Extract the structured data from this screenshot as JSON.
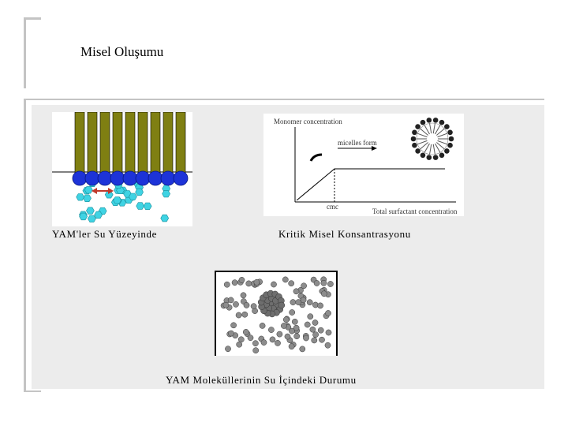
{
  "slide": {
    "title": "Misel Oluşumu"
  },
  "figures": {
    "surface": {
      "caption": "YAM'ler Su Yüzeyinde"
    },
    "cmc_graph": {
      "caption": "Kritik Misel Konsantrasyonu",
      "y_axis_label": "Monomer concentration",
      "annotation": "micelles form",
      "x_marker_label": "cmc",
      "x_axis_label": "Total surfactant concentration"
    },
    "water": {
      "caption": "YAM Moleküllerinin Su İçindeki Durumu"
    }
  },
  "colors": {
    "tail_olive": "#7f7f12",
    "head_blue": "#1d33d8",
    "water_cyan": "#3fd3e3",
    "arrow_red": "#c0392b",
    "molecule_gray": "#8c8c8c",
    "frame_gray": "#c4c4c4",
    "panel_gray": "#ececec"
  }
}
